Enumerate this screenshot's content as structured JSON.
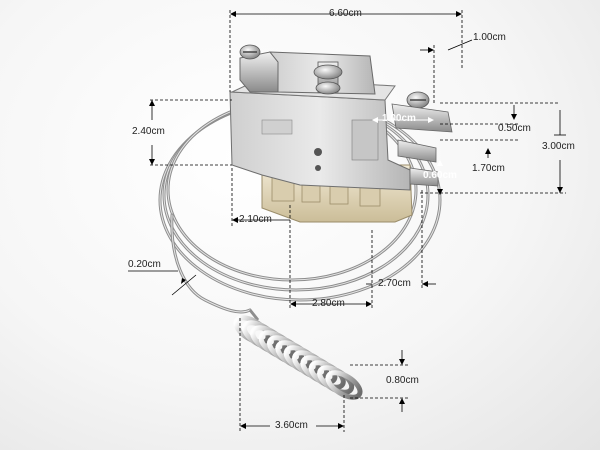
{
  "dimensions": {
    "width_top": "6.60cm",
    "terminal_width": "1.00cm",
    "body_height": "2.40cm",
    "terminal_gap": "1.00cm",
    "terminal_offset": "0.50cm",
    "total_height": "3.00cm",
    "lower_offset": "1.70cm",
    "hole_offset": "0.60cm",
    "depth_left": "2.10cm",
    "tube_diameter": "0.20cm",
    "mount_width": "2.80cm",
    "side_depth": "2.70cm",
    "coil_height": "0.80cm",
    "coil_length": "3.60cm"
  },
  "colors": {
    "dimension_line": "#000000",
    "metal_light": "#d8d8d8",
    "metal_dark": "#7a7a7a",
    "plastic": "#e8dcc0"
  }
}
